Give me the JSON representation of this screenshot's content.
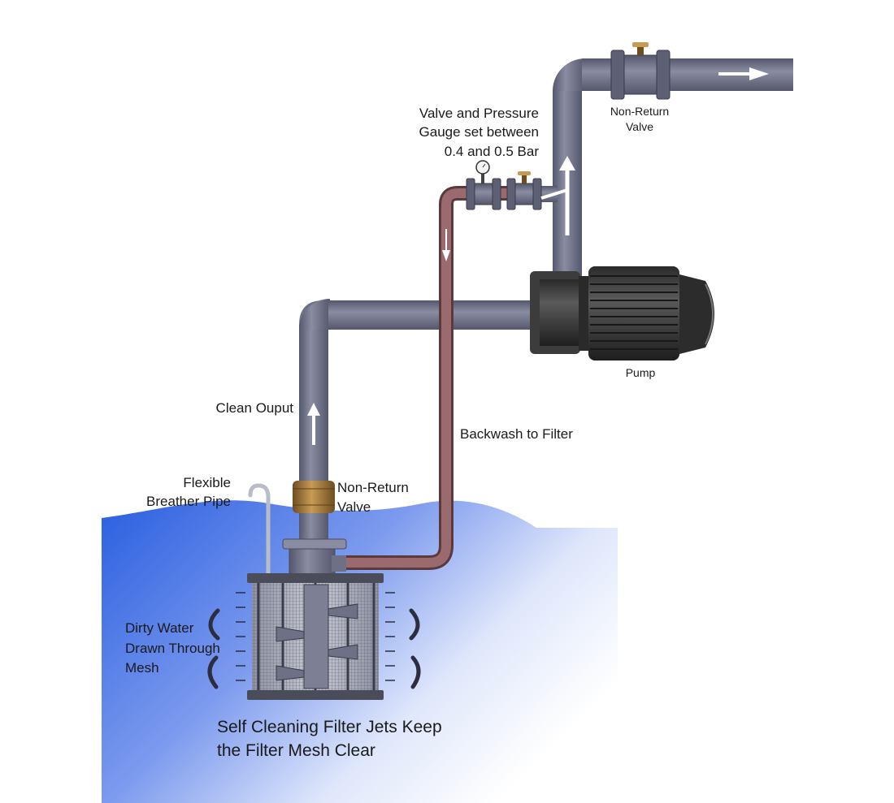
{
  "labels": {
    "valve_gauge": [
      "Valve and Pressure",
      "Gauge set between",
      "0.4 and 0.5 Bar"
    ],
    "top_non_return_valve": [
      "Non-Return",
      "Valve"
    ],
    "pump": "Pump",
    "clean_output": "Clean Ouput",
    "backwash": "Backwash to Filter",
    "breather_pipe": [
      "Flexible",
      "Breather Pipe"
    ],
    "bottom_non_return_valve": [
      "Non-Return",
      "Valve"
    ],
    "dirty_water": [
      "Dirty Water",
      "Drawn Through",
      "Mesh"
    ],
    "self_cleaning": [
      "Self Cleaning Filter Jets Keep",
      "the Filter Mesh Clear"
    ]
  },
  "colors": {
    "clean_pipe": "#6e7186",
    "backwash_pipe": "#8a5a5e",
    "pump_body": "#4a4a4a",
    "water_deep": "#2a5fe0",
    "water_light": "#ffffff",
    "brass_valve": "#a0763a",
    "arrow": "#ffffff"
  }
}
